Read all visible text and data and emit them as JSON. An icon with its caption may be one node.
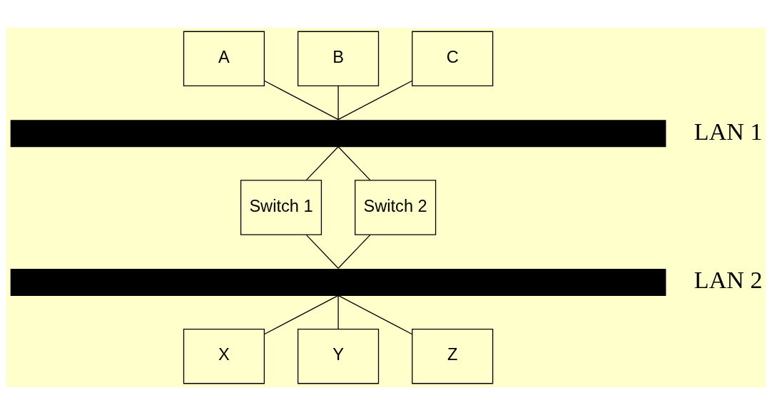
{
  "diagram": {
    "nodes": [
      {
        "text": [
          "A"
        ]
      },
      {
        "text": [
          "B"
        ]
      },
      {
        "text": [
          "C"
        ]
      },
      {
        "text": [
          "LAN 1"
        ]
      },
      {
        "text": [
          "Switch 1"
        ]
      },
      {
        "text": [
          "Switch 2"
        ]
      },
      {
        "text": [
          "LAN 2"
        ]
      },
      {
        "text": [
          "X"
        ]
      },
      {
        "text": [
          "Y"
        ]
      },
      {
        "text": [
          "Z"
        ]
      }
    ],
    "edges": [
      {
        "from": 0,
        "to": 3,
        "arrow": "none"
      },
      {
        "from": 1,
        "to": 3,
        "arrow": "none"
      },
      {
        "from": 2,
        "to": 3,
        "arrow": "none"
      },
      {
        "from": 3,
        "to": 4,
        "arrow": "none"
      },
      {
        "from": 3,
        "to": 5,
        "arrow": "none"
      },
      {
        "from": 4,
        "to": 6,
        "arrow": "none"
      },
      {
        "from": 5,
        "to": 6,
        "arrow": "none"
      },
      {
        "from": 6,
        "to": 7,
        "arrow": "none"
      },
      {
        "from": 6,
        "to": 8,
        "arrow": "none"
      },
      {
        "from": 6,
        "to": 9,
        "arrow": "none"
      }
    ]
  }
}
